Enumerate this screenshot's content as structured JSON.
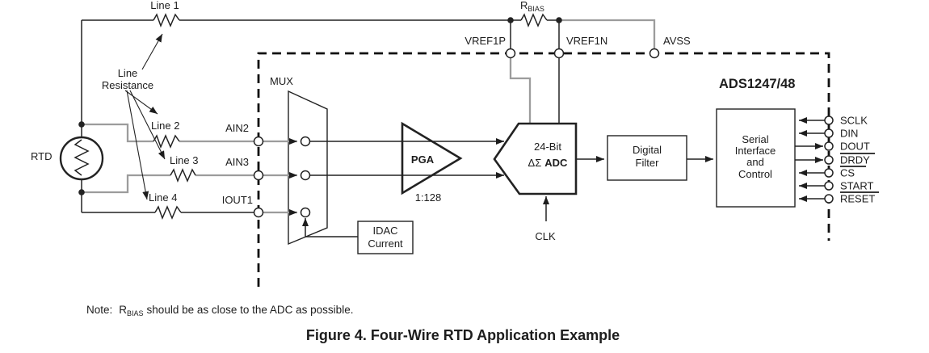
{
  "device": {
    "name": "ADS1247/48"
  },
  "figure_caption": "Figure 4. Four-Wire RTD Application Example",
  "note": {
    "prefix": "Note:",
    "r": "R",
    "r_subscript": "BIAS",
    "text": "should be as close to the ADC as possible."
  },
  "external": {
    "rtd_label": "RTD",
    "line_resistance_label": [
      "Line",
      "Resistance"
    ],
    "line_labels": [
      "Line 1",
      "Line 2",
      "Line 3",
      "Line 4"
    ],
    "rbias": {
      "r": "R",
      "subscript": "BIAS"
    }
  },
  "blocks": {
    "mux": "MUX",
    "pga": "PGA",
    "pga_ratio": "1:128",
    "adc": {
      "line1": "24-Bit",
      "sigma": "ΔΣ",
      "name": "ADC"
    },
    "idac": {
      "line1": "IDAC",
      "line2": "Current"
    },
    "digital_filter": {
      "line1": "Digital",
      "line2": "Filter"
    },
    "serial": {
      "line1": "Serial",
      "line2": "Interface",
      "line3": "and",
      "line4": "Control"
    },
    "clk": "CLK"
  },
  "pins": {
    "left": [
      {
        "label": "AIN2"
      },
      {
        "label": "AIN3"
      },
      {
        "label": "IOUT1"
      }
    ],
    "top": [
      {
        "label": "VREF1P"
      },
      {
        "label": "VREF1N"
      },
      {
        "label": "AVSS"
      }
    ],
    "right": [
      {
        "label": "SCLK",
        "direction": "in",
        "active_low": false
      },
      {
        "label": "DIN",
        "direction": "in",
        "active_low": false
      },
      {
        "label": "DOUT",
        "direction": "out",
        "active_low": false
      },
      {
        "label": "DRDY",
        "direction": "out",
        "active_low": true
      },
      {
        "label": "CS",
        "direction": "in",
        "active_low": true
      },
      {
        "label": "START",
        "direction": "in",
        "active_low": false
      },
      {
        "label": "RESET",
        "direction": "in",
        "active_low": true
      }
    ]
  },
  "colors": {
    "wire_gray": "#9c9c9c",
    "ink": "#1d1d1d"
  }
}
